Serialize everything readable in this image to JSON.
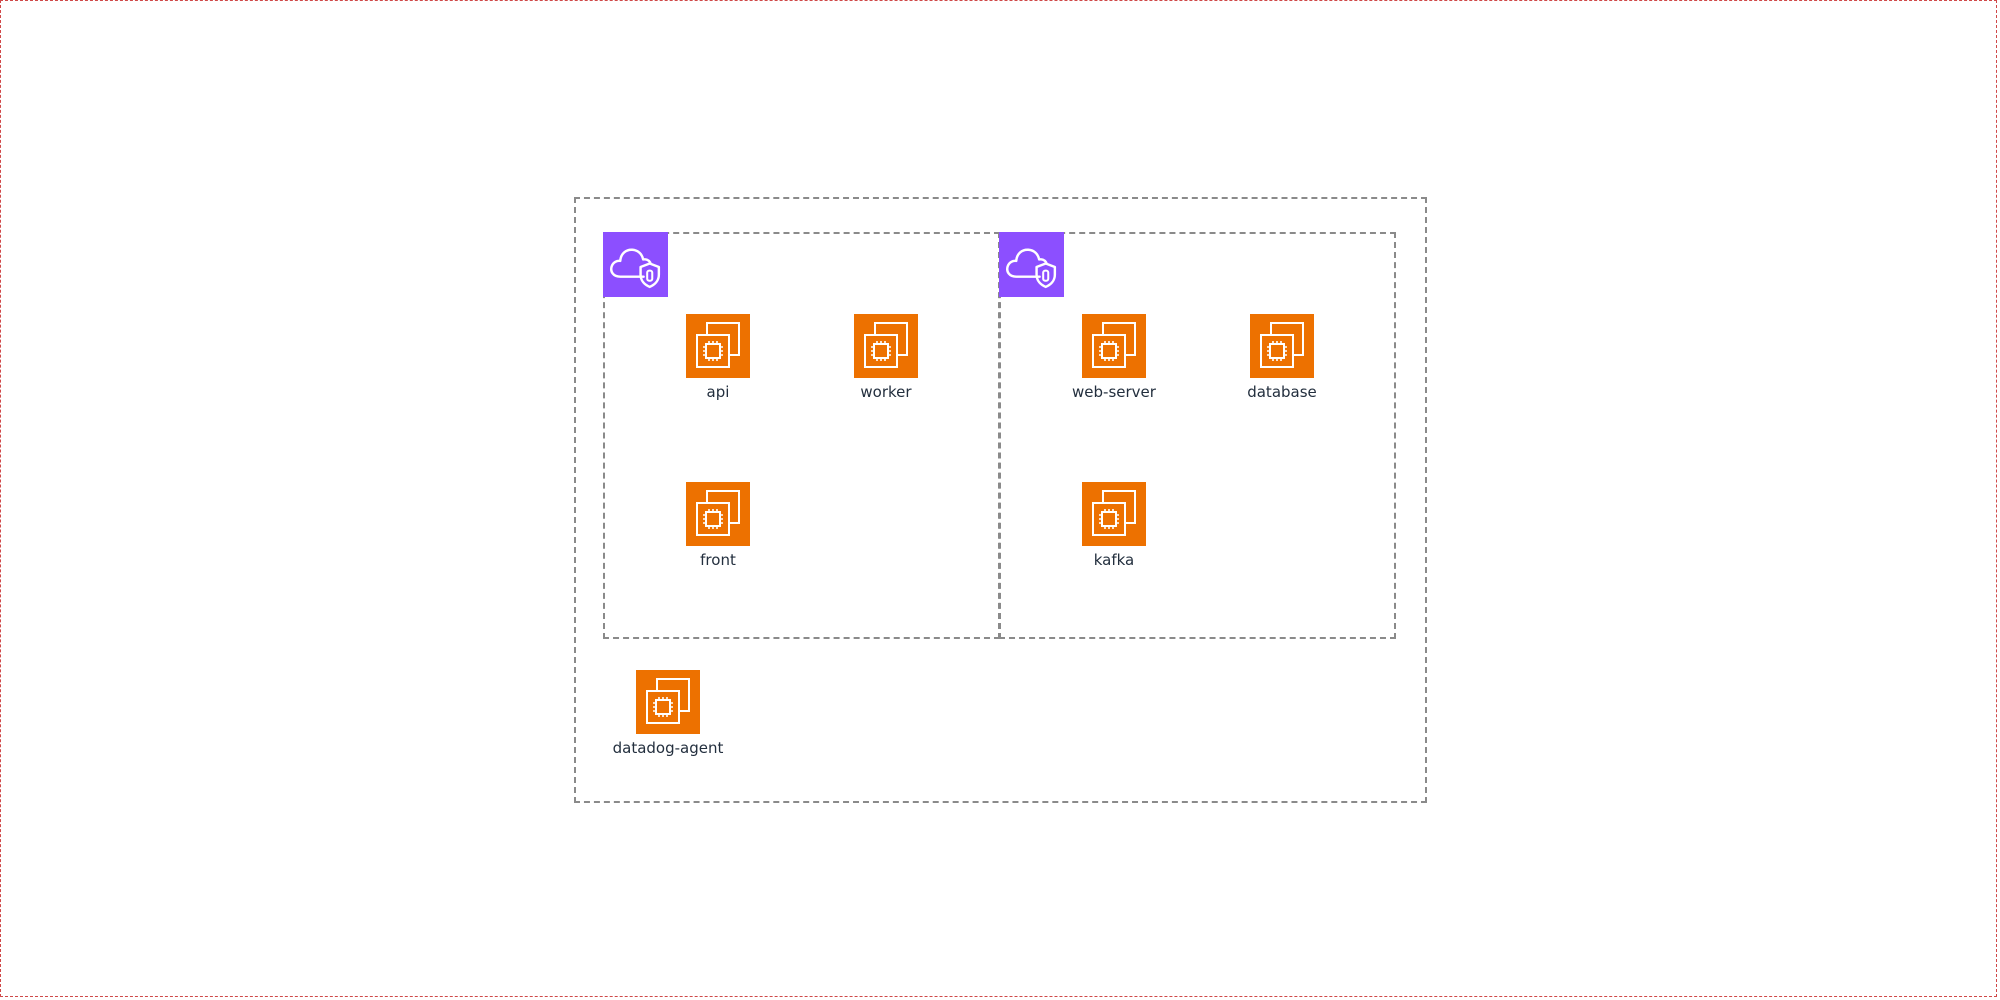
{
  "diagram": {
    "icons": {
      "subgroup": "security-group-cloud-shield-icon",
      "node": "ec2-instance-chip-icon"
    },
    "colors": {
      "security_group": "#8c4fff",
      "ec2": "#ed7100",
      "group_border": "#8a8a8a",
      "canvas_border": "#d04848"
    },
    "left_group": {
      "nodes": [
        {
          "label": "api"
        },
        {
          "label": "worker"
        },
        {
          "label": "front"
        }
      ]
    },
    "right_group": {
      "nodes": [
        {
          "label": "web-server"
        },
        {
          "label": "database"
        },
        {
          "label": "kafka"
        }
      ]
    },
    "outer_nodes": [
      {
        "label": "datadog-agent"
      }
    ]
  }
}
